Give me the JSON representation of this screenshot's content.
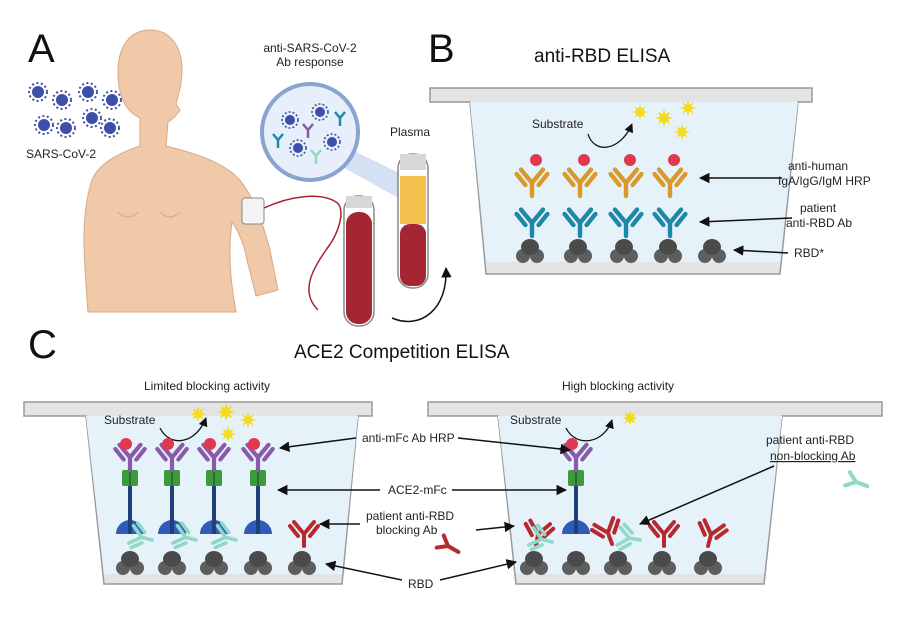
{
  "panels": {
    "a": {
      "letter": "A",
      "virus_label": "SARS-CoV-2",
      "response_line1": "anti-SARS-CoV-2",
      "response_line2": "Ab response",
      "plasma_label": "Plasma"
    },
    "b": {
      "letter": "B",
      "title": "anti-RBD ELISA",
      "substrate": "Substrate",
      "secondary_line1": "anti-human",
      "secondary_line2": "IgA/IgG/IgM HRP",
      "primary_line1": "patient",
      "primary_line2": "anti-RBD Ab",
      "rbd_label": "RBD*"
    },
    "c": {
      "letter": "C",
      "title": "ACE2 Competition ELISA",
      "left_subtitle": "Limited blocking activity",
      "right_subtitle": "High blocking activity",
      "substrate_left": "Substrate",
      "substrate_right": "Substrate",
      "hrp_label": "anti-mFc Ab HRP",
      "ace2_label": "ACE2-mFc",
      "blocking_line1": "patient anti-RBD",
      "blocking_line2": "blocking Ab",
      "nonblocking_line1": "patient anti-RBD",
      "nonblocking_line2": "non-blocking Ab",
      "rbd_label": "RBD"
    }
  },
  "colors": {
    "well_wall": "#e4e4e4",
    "well_stroke": "#9a9a9a",
    "well_fluid": "#e6f2fa",
    "rbd": "#5e5e5e",
    "hrp": "#e0384f",
    "secondary_ab": "#d99a2b",
    "primary_ab": "#1f88a6",
    "mfc_ab": "#8a5aa8",
    "ace2_domain": "#3c9a3c",
    "ace2_stalk": "#1f3f7a",
    "ace2_head": "#2e5cb8",
    "blocking_ab": "#b8292f",
    "nonblocking_ab": "#8fd9c6",
    "virus": "#3d4fa8",
    "skin": "#f0c9a8",
    "blood": "#a32632",
    "plasma": "#f2c14e",
    "substrate": "#f5dc1a"
  },
  "icons": [
    "virus-icon",
    "antibody-icon",
    "hrp-enzyme-icon",
    "rbd-protein-icon",
    "ace2-receptor-icon",
    "substrate-star-icon",
    "test-tube-icon",
    "human-figure-icon"
  ]
}
